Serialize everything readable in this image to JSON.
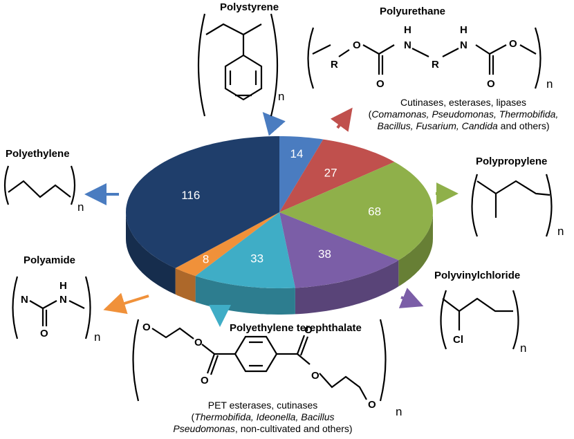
{
  "chart_data": {
    "type": "pie",
    "title": "",
    "slices": [
      {
        "label": "Polystyrene",
        "value": 14,
        "color": "#4a7cc0"
      },
      {
        "label": "Polyurethane",
        "value": 27,
        "color": "#c0504d"
      },
      {
        "label": "Polypropylene",
        "value": 68,
        "color": "#8fb04a"
      },
      {
        "label": "Polyvinylchloride",
        "value": 38,
        "color": "#7b5ea7"
      },
      {
        "label": "Polyethylene terephthalate",
        "value": 33,
        "color": "#3fadc6"
      },
      {
        "label": "Polyamide",
        "value": 8,
        "color": "#f0913a"
      },
      {
        "label": "Polyethylene",
        "value": 116,
        "color": "#1f3e6b"
      }
    ],
    "legend": "none"
  },
  "labels": {
    "polystyrene": "Polystyrene",
    "polyurethane": "Polyurethane",
    "polypropylene": "Polypropylene",
    "polyvinylchloride": "Polyvinylchloride",
    "pet": "Polyethylene terephthalate",
    "polyamide": "Polyamide",
    "polyethylene": "Polyethylene",
    "n": "n"
  },
  "polyurethane_desc": {
    "line1": "Cutinases, esterases, lipases",
    "line2_open": "(",
    "line2_it": "Comamonas, Pseudomonas, Thermobifida,",
    "line3_it": "Bacillus, Fusarium, Candida",
    "line3_rest": " and others)"
  },
  "pet_desc": {
    "line1": "PET esterases, cutinases",
    "line2_open": "(",
    "line2_it": "Thermobifida, Ideonella, Bacillus",
    "line3_it": "Pseudomonas",
    "line3_rest": ", non-cultivated and others)"
  },
  "atoms": {
    "O": "O",
    "N": "N",
    "H": "H",
    "R": "R",
    "Cl": "Cl"
  }
}
